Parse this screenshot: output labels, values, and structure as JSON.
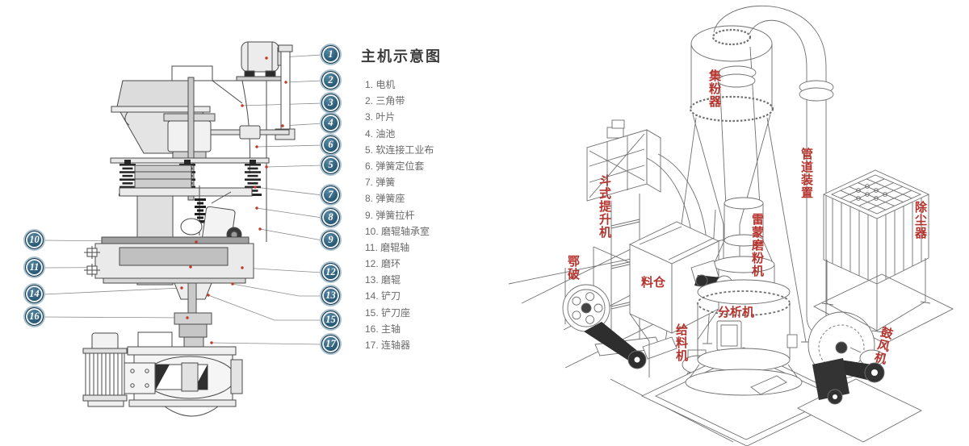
{
  "left_panel": {
    "title": "主机示意图",
    "legend": [
      "1. 电机",
      "2. 三角带",
      "3. 叶片",
      "4. 油池",
      "5. 软连接工业布",
      "6. 弹簧定位套",
      "7. 弹簧",
      "8. 弹簧座",
      "9. 弹簧拉杆",
      "10. 磨辊轴承室",
      "11. 磨辊轴",
      "12. 磨环",
      "13. 磨辊",
      "14. 铲刀",
      "15. 铲刀座",
      "16. 主轴",
      "17. 连轴器"
    ],
    "callouts": [
      "1",
      "2",
      "3",
      "4",
      "6",
      "5",
      "7",
      "8",
      "9",
      "12",
      "13",
      "15",
      "17",
      "10",
      "11",
      "14",
      "16"
    ]
  },
  "right_panel": {
    "labels": {
      "powder_collector": "集粉器",
      "bucket_elevator": "斗式提升机",
      "jaw_crusher": "鄂破",
      "hopper": "料仓",
      "feeder": "给料机",
      "raymond_mill": "雷蒙磨粉机",
      "analyzer": "分析机",
      "pipe_assembly": "管道装置",
      "dust_collector": "除尘器",
      "blower": "鼓风机"
    }
  },
  "colors": {
    "callout_fill": "#2c5e79",
    "label_red": "#b5342e"
  }
}
